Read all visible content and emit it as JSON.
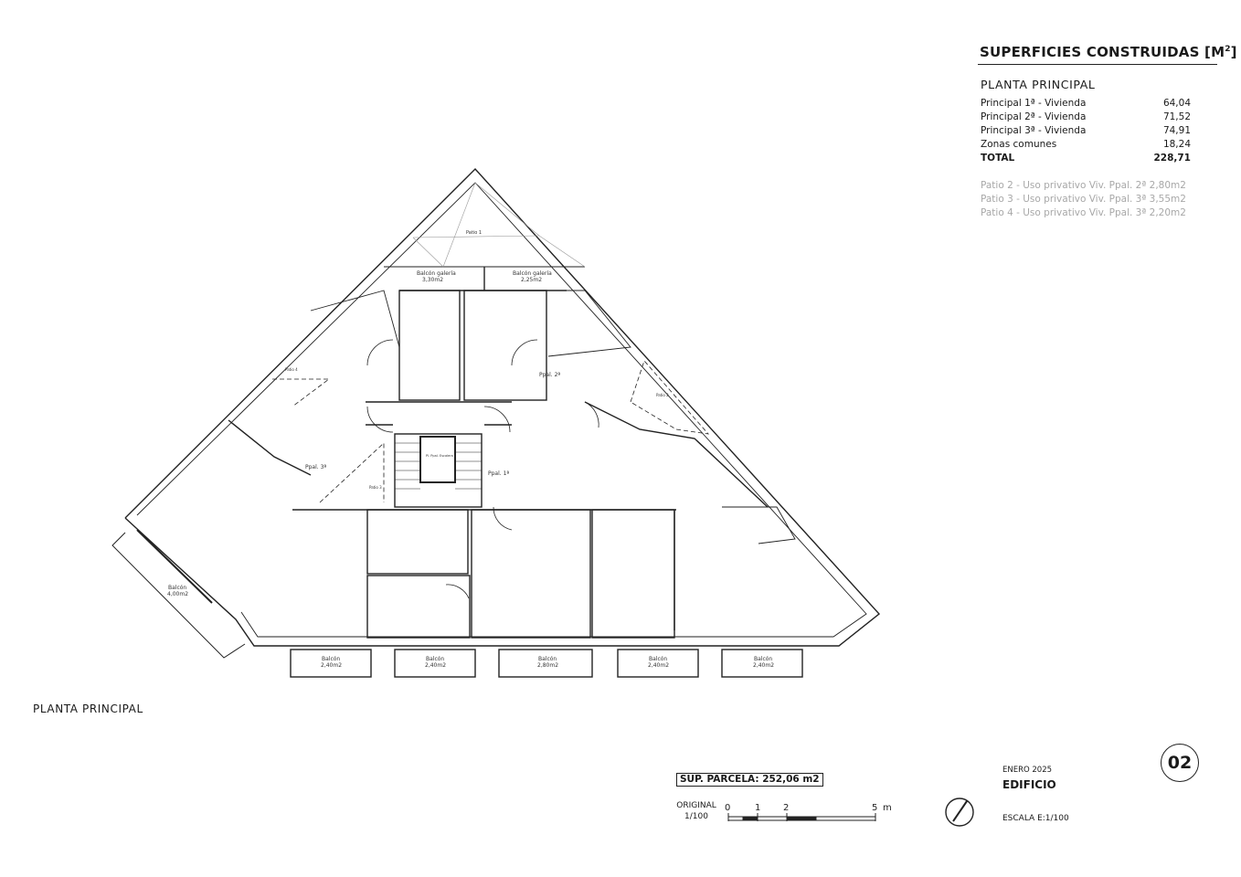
{
  "title_block": {
    "heading": "SUPERFICIES CONSTRUIDAS [M",
    "heading_sup": "2",
    "heading_close": "]",
    "subheading": "PLANTA PRINCIPAL",
    "rows": [
      {
        "label": "Principal 1ª - Vivienda",
        "value": "64,04"
      },
      {
        "label": "Principal 2ª - Vivienda",
        "value": "71,52"
      },
      {
        "label": "Principal 3ª - Vivienda",
        "value": "74,91"
      },
      {
        "label": "Zonas comunes",
        "value": "18,24"
      }
    ],
    "total": {
      "label": "TOTAL",
      "value": "228,71"
    },
    "patios": [
      "Patio 2 - Uso privativo Viv. Ppal. 2ª 2,80m2",
      "Patio 3 - Uso privativo Viv. Ppal. 3ª 3,55m2",
      "Patio 4 - Uso privativo Viv. Ppal. 3ª 2,20m2"
    ]
  },
  "plan": {
    "label": "PLANTA PRINCIPAL",
    "rooms": {
      "patio1": "Patio 1",
      "balcon_galeria_1": "Balcón galería",
      "balcon_galeria_1_area": "3,30m2",
      "balcon_galeria_2": "Balcón galería",
      "balcon_galeria_2_area": "2,25m2",
      "ppal2": "Ppal. 2ª",
      "ppal3": "Ppal. 3ª",
      "ppal1": "Ppal. 1ª",
      "patio4": "Patio 4",
      "patio2": "Patio 2",
      "patio3": "Patio 3",
      "escalera": "Pl. Ppal. Escalera",
      "balcon_left": "Balcón",
      "balcon_left_area": "4,00m2"
    },
    "balcones": [
      {
        "label": "Balcón",
        "area": "2,40m2"
      },
      {
        "label": "Balcón",
        "area": "2,40m2"
      },
      {
        "label": "Balcón",
        "area": "2,80m2"
      },
      {
        "label": "Balcón",
        "area": "2,40m2"
      },
      {
        "label": "Balcón",
        "area": "2,40m2"
      }
    ]
  },
  "footer": {
    "parcela": "SUP. PARCELA: 252,06 m2",
    "original_line1": "ORIGINAL",
    "original_line2": "1/100",
    "scale_ticks": [
      "0",
      "1",
      "2",
      "5",
      "m"
    ],
    "fecha": "ENERO 2025",
    "edificio": "EDIFICIO",
    "escala": "ESCALA E:1/100",
    "sheet_number": "02"
  },
  "colors": {
    "line": "#222222",
    "patio_text": "#a8a8a8"
  }
}
